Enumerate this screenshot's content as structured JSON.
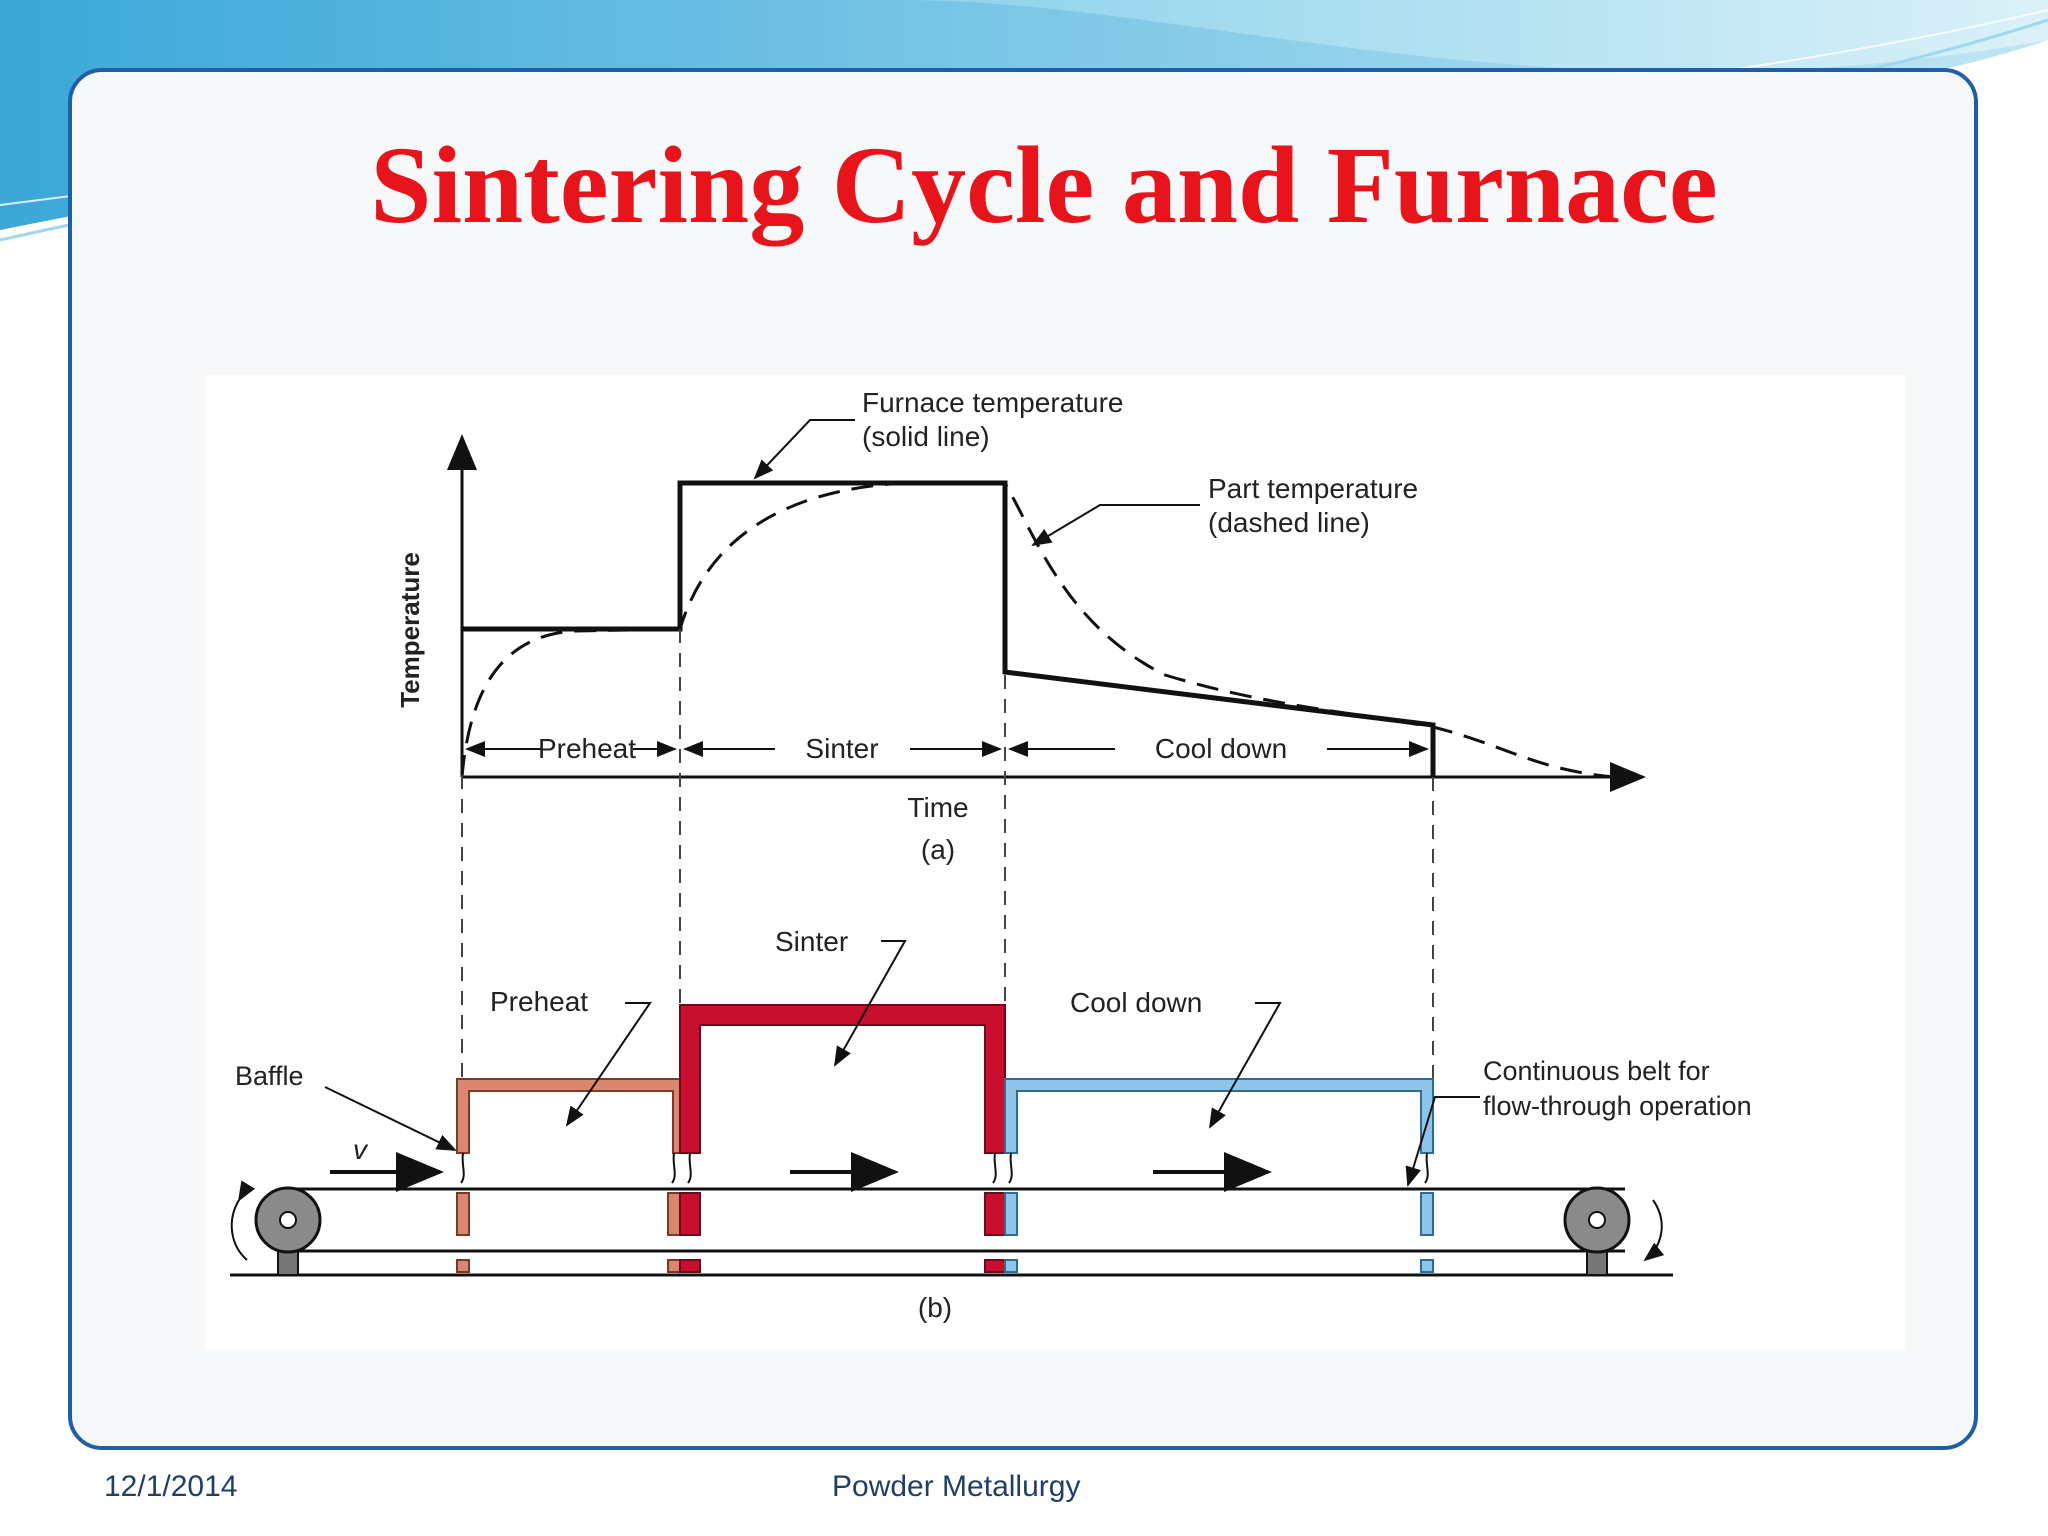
{
  "slide": {
    "title": "Sintering Cycle and Furnace",
    "footer": {
      "date": "12/1/2014",
      "topic": "Powder Metallurgy"
    }
  },
  "diagram": {
    "chart_a": {
      "ylabel": "Temperature",
      "xlabel": "Time",
      "label": "(a)",
      "furnace_note_line1": "Furnace temperature",
      "furnace_note_line2": "(solid line)",
      "part_note_line1": "Part temperature",
      "part_note_line2": "(dashed line)",
      "phase_preheat": "Preheat",
      "phase_sinter": "Sinter",
      "phase_cool": "Cool down"
    },
    "chart_b": {
      "label": "(b)",
      "preheat": "Preheat",
      "sinter": "Sinter",
      "cool": "Cool down",
      "baffle": "Baffle",
      "velocity": "v",
      "belt_line1": "Continuous belt for",
      "belt_line2": "flow-through operation"
    },
    "colors": {
      "preheat": "#d9876e",
      "sinter": "#c8102e",
      "cool": "#8ec5e8",
      "title": "#e8141b"
    }
  }
}
